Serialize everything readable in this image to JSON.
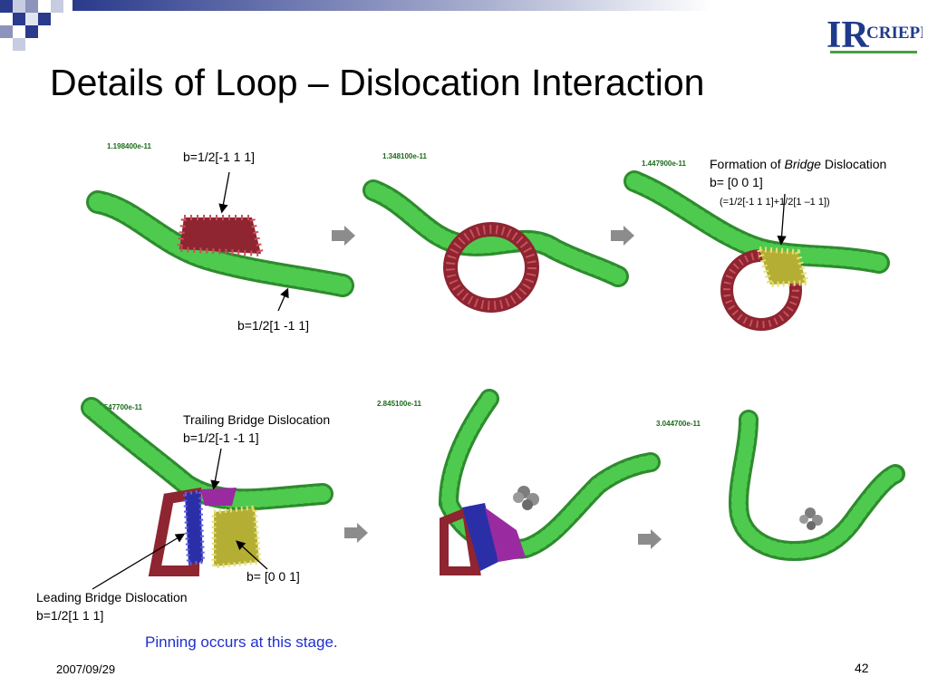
{
  "slide": {
    "title": "Details of Loop – Dislocation Interaction",
    "date": "2007/09/29",
    "page_number": "42",
    "note": "Pinning occurs at this stage."
  },
  "logo": {
    "mark": "IR",
    "text": "CRIEPI"
  },
  "frames": [
    {
      "timestamp": "1.198400e-11"
    },
    {
      "timestamp": "1.348100e-11"
    },
    {
      "timestamp": "1.447900e-11"
    },
    {
      "timestamp": "1.547700e-11"
    },
    {
      "timestamp": "2.845100e-11"
    },
    {
      "timestamp": "3.044700e-11"
    }
  ],
  "labels": {
    "loop_b": "b=1/2[-1 1 1]",
    "line_b": "b=1/2[1 -1 1]",
    "formation_prefix": "Formation of ",
    "formation_italic": "Bridge",
    "formation_suffix": " Dislocation",
    "formation_b": "b= [0 0 1]",
    "formation_sum": "(=1/2[-1 1 1]+1/2[1 –1 1])",
    "trailing_title": "Trailing Bridge Dislocation",
    "trailing_b": "b=1/2[-1 -1 1]",
    "bridge_b": "b= [0 0 1]",
    "leading_title": "Leading Bridge Dislocation",
    "leading_b": "b=1/2[1 1 1]"
  },
  "colors": {
    "green_atoms": "#3cb83c",
    "red_atoms": "#b0333f",
    "yellow_atoms": "#c9c24a",
    "blue_atoms": "#3a3fc8",
    "magenta_atoms": "#b33ab8",
    "gray_atoms": "#7d7d7d",
    "note_text": "#1f2fd0"
  }
}
